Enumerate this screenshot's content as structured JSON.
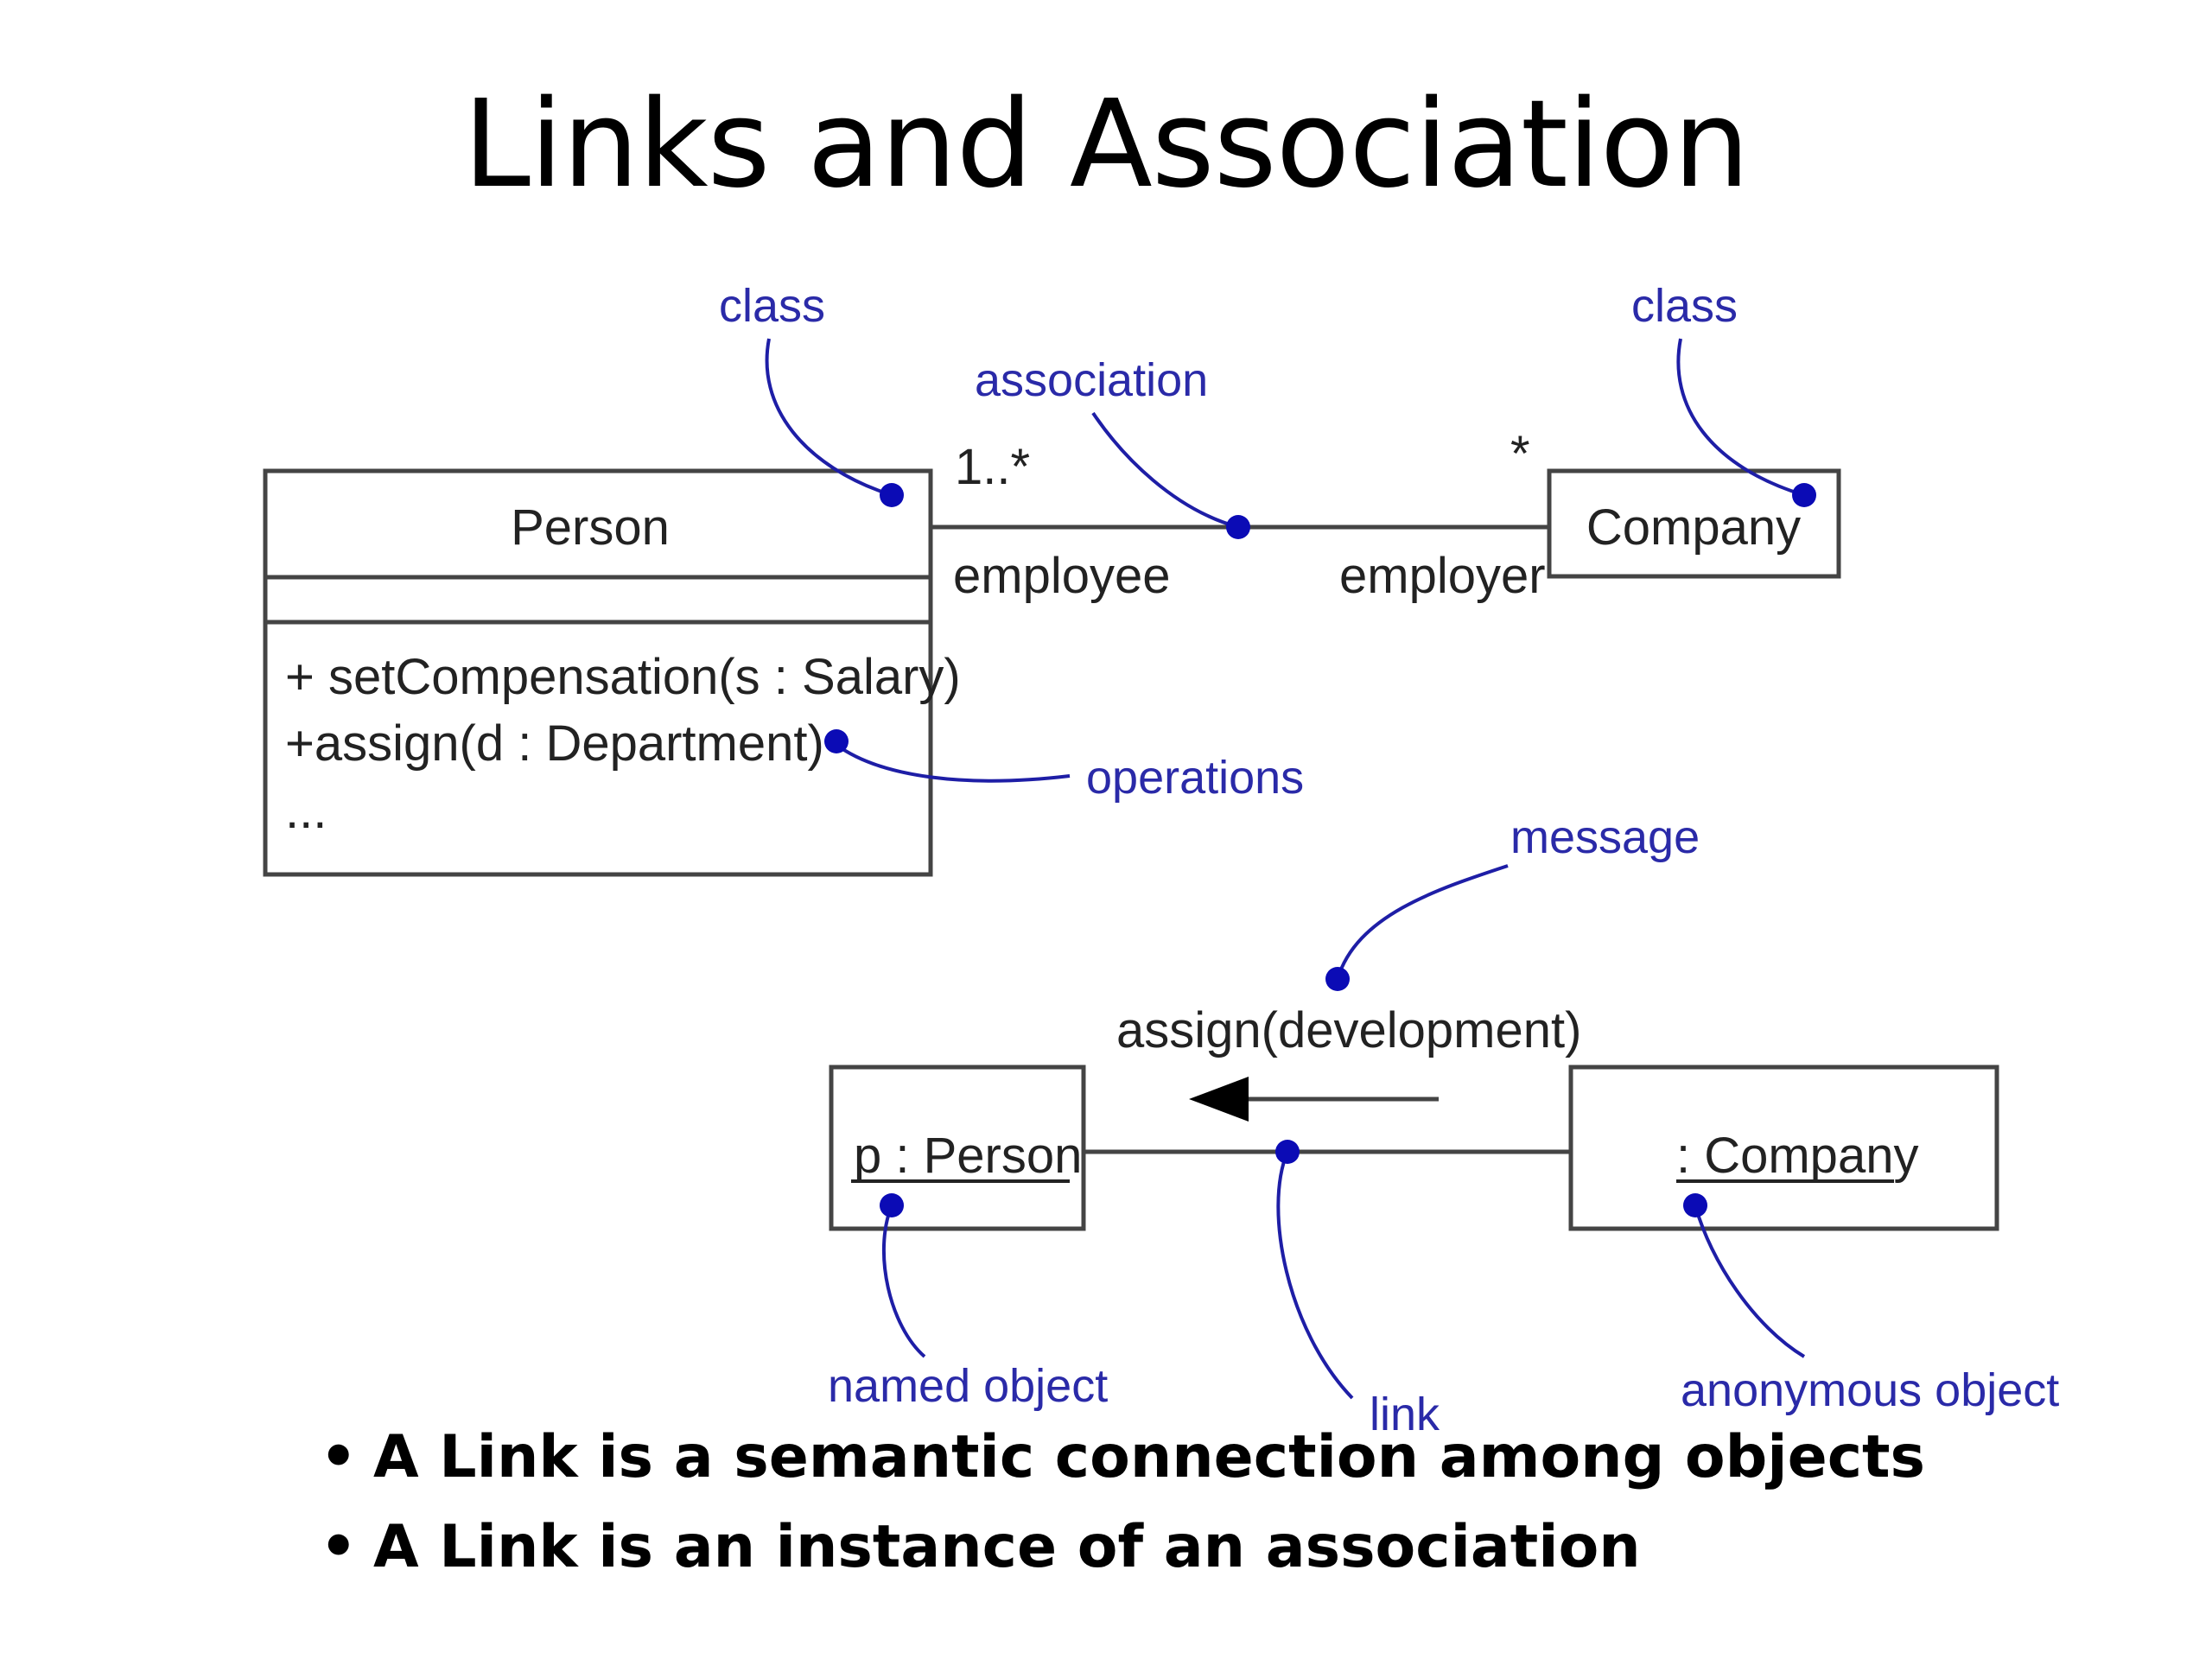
{
  "title": "Links and Association",
  "class_diagram": {
    "person_class": {
      "name": "Person",
      "operations": [
        "+ setCompensation(s : Salary)",
        "+assign(d : Department)",
        "..."
      ]
    },
    "company_class": {
      "name": "Company"
    },
    "association": {
      "left_multiplicity": "1..*",
      "right_multiplicity": "*",
      "left_role": "employee",
      "right_role": "employer"
    }
  },
  "object_diagram": {
    "named_object": "p : Person",
    "anonymous_object": ": Company",
    "message": "assign(development)"
  },
  "annotations": {
    "class_left": "class",
    "class_right": "class",
    "association": "association",
    "operations": "operations",
    "message": "message",
    "named_object": "named object",
    "link": "link",
    "anonymous_object": "anonymous object"
  },
  "colors": {
    "annotation": "#2a2aa8",
    "annotation_dot": "#0b0bb5",
    "uml_line": "#444444"
  },
  "bullets": [
    "A Link is a semantic connection among objects",
    "A Link is an instance of an association"
  ]
}
